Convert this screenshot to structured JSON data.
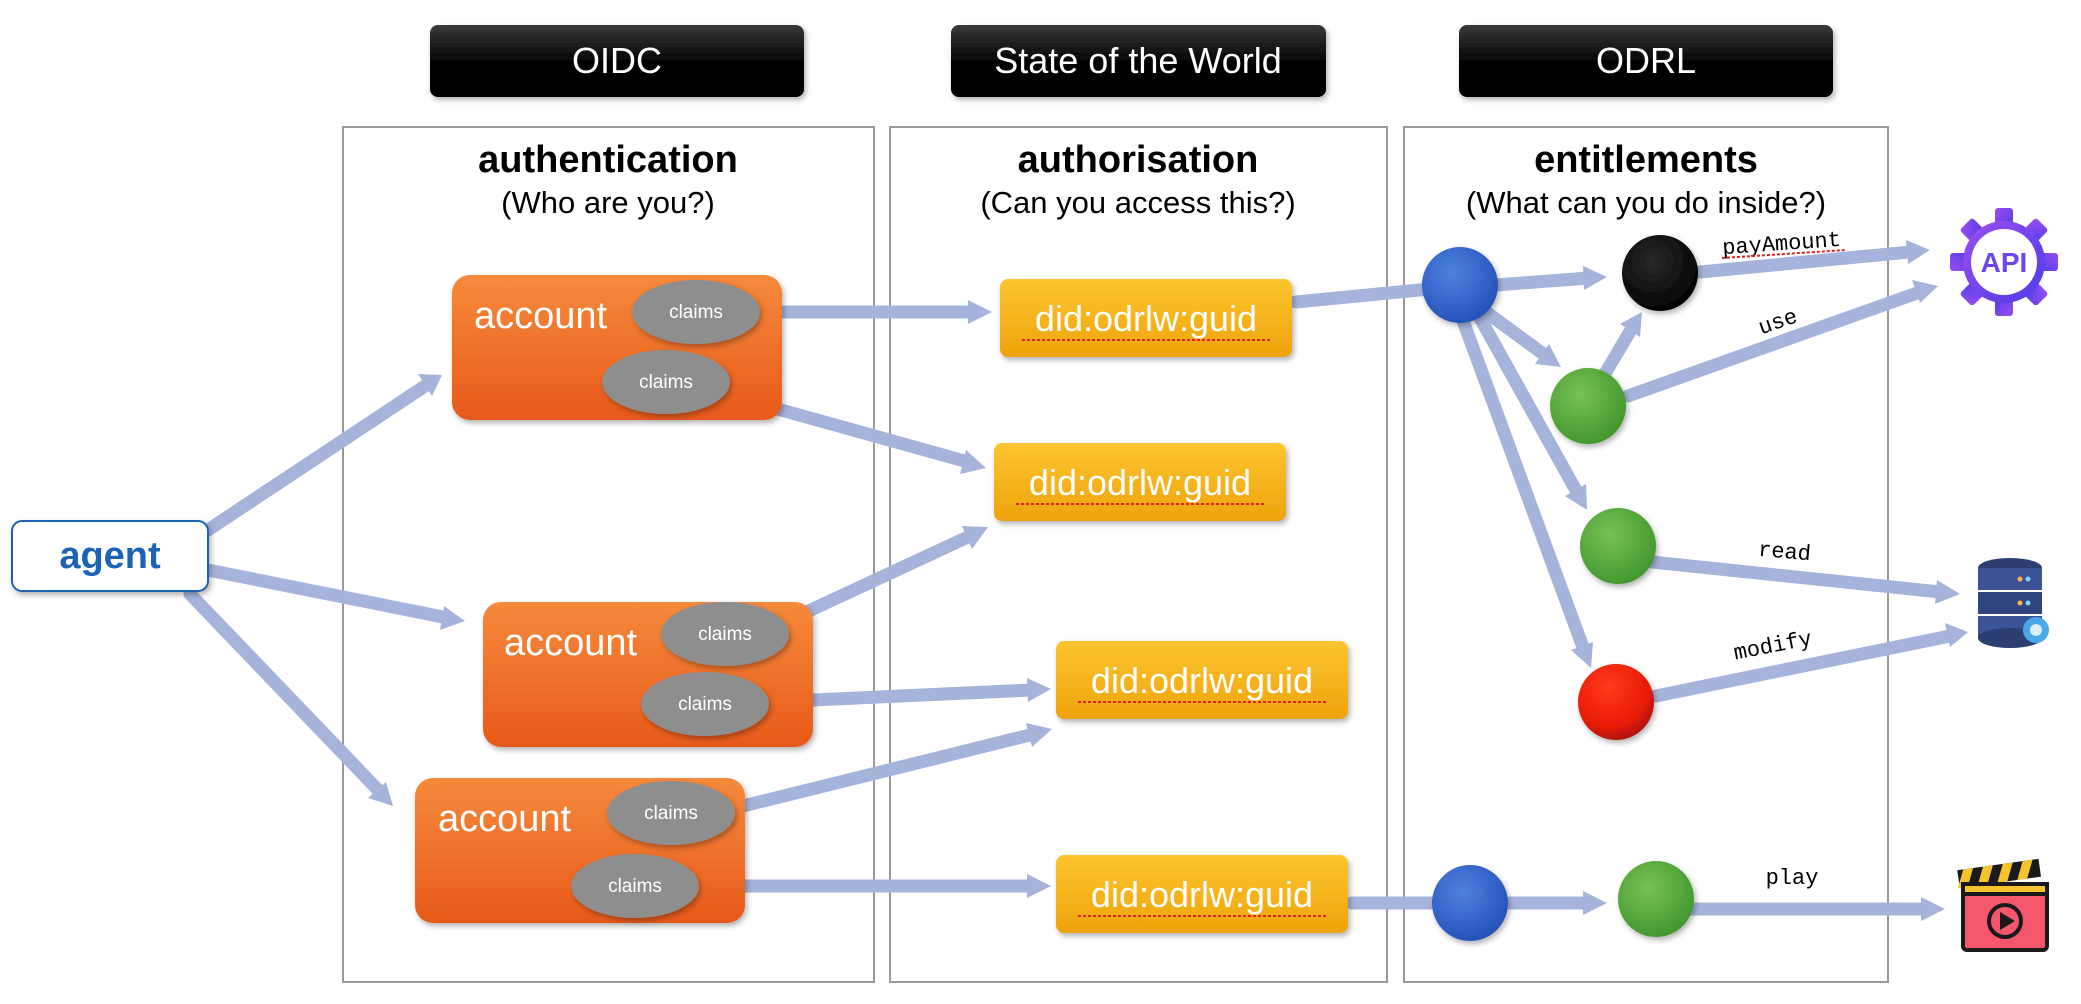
{
  "headers": {
    "oidc": "OIDC",
    "sotw": "State of the World",
    "odrl": "ODRL"
  },
  "columns": {
    "authentication": {
      "title": "authentication",
      "subtitle": "(Who are you?)"
    },
    "authorisation": {
      "title": "authorisation",
      "subtitle": "(Can you access this?)"
    },
    "entitlements": {
      "title": "entitlements",
      "subtitle": "(What can you do inside?)"
    }
  },
  "agent": {
    "label": "agent"
  },
  "accounts": [
    {
      "label": "account",
      "claims": [
        "claims",
        "claims"
      ]
    },
    {
      "label": "account",
      "claims": [
        "claims",
        "claims"
      ]
    },
    {
      "label": "account",
      "claims": [
        "claims",
        "claims"
      ]
    }
  ],
  "dids": [
    "did:odrlw:guid",
    "did:odrlw:guid",
    "did:odrlw:guid",
    "did:odrlw:guid"
  ],
  "actions": {
    "payAmount": "payAmount",
    "use": "use",
    "read": "read",
    "modify": "modify",
    "play": "play"
  },
  "icons": {
    "api": {
      "name": "api-gear-icon",
      "label": "API"
    },
    "database": {
      "name": "database-server-icon"
    },
    "media": {
      "name": "video-clapperboard-icon"
    }
  },
  "colors": {
    "header_bg": "#000000",
    "account": "#ee6a22",
    "claims": "#8e8e8e",
    "did": "#f5b415",
    "node_blue": "#2f5fc4",
    "node_green": "#5aa83c",
    "node_red": "#e01b0b",
    "node_black": "#000000",
    "arrow": "#a6b4dc",
    "agent_text": "#1b64b6"
  }
}
